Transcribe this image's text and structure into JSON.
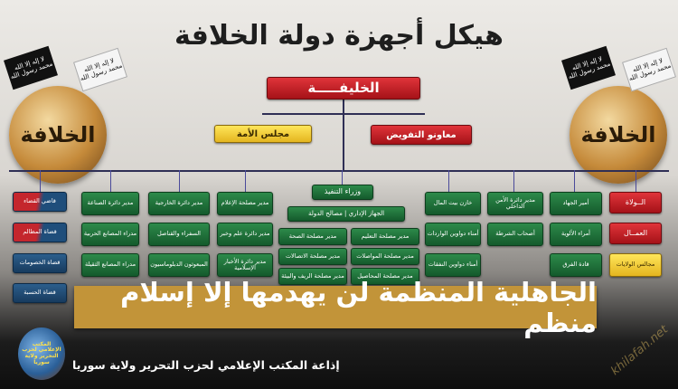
{
  "title": "هيكل أجهزة دولة الخلافة",
  "globe_label": "الخلافة",
  "flag_text": "لا إله إلا الله محمد رسول الله",
  "top": {
    "caliph": "الخليفـــــة",
    "ummah_council": "مجلس الأمة",
    "delegated_assistants": "معاونو التفويض"
  },
  "columns": {
    "judiciary": [
      "قاضي القضاء",
      "قضاة المظالم",
      "قضاة الخصومات",
      "قضاة الحسبة"
    ],
    "industry": [
      "مدير دائرة الصناعة",
      "مدراء المصانع الحربية",
      "مدراء المصانع الثقيلة"
    ],
    "foreign": [
      "مدير دائرة الخارجية",
      "السفراء والقناصل",
      "المبعوثون الدبلوماسيون"
    ],
    "media": [
      "مدير مصلحة الإعلام",
      "مدير دائرة علم وخبر",
      "مدير دائرة الأخبار الإسلامية"
    ],
    "executive": {
      "head": "وزراء التنفيذ",
      "admin": "الجهاز الإداري | مصالح الدولة",
      "left": [
        "مدير مصلحة الصحة",
        "مدير مصلحة الاتصالات",
        "مدير مصلحة الريف والبيئة"
      ],
      "right": [
        "مدير مصلحة التعليم",
        "مدير مصلحة المواصلات",
        "مدير مصلحة المحاصيل"
      ]
    },
    "treasury": [
      "خازن بيت المال",
      "أمناء دواوين الواردات",
      "أمناء دواوين النفقات"
    ],
    "security": [
      "مدير دائرة الأمن الداخلي",
      "أصحاب الشرطة"
    ],
    "jihad": [
      "أمير الجهاد",
      "أمراء الألوية",
      "قادة الفرق"
    ],
    "provinces": [
      "الــولاة",
      "العمــال",
      "مجالس الولايات"
    ]
  },
  "banner": "الجاهلية المنظمة لن يهدمها إلا إسلام منظم",
  "footer": "إذاعة المكتب الإعلامي لحزب التحرير ولاية سوريا",
  "logo_text": "المكتب الإعلامي لحزب التحرير ولاية سوريا",
  "watermark": "khilafah.net"
}
